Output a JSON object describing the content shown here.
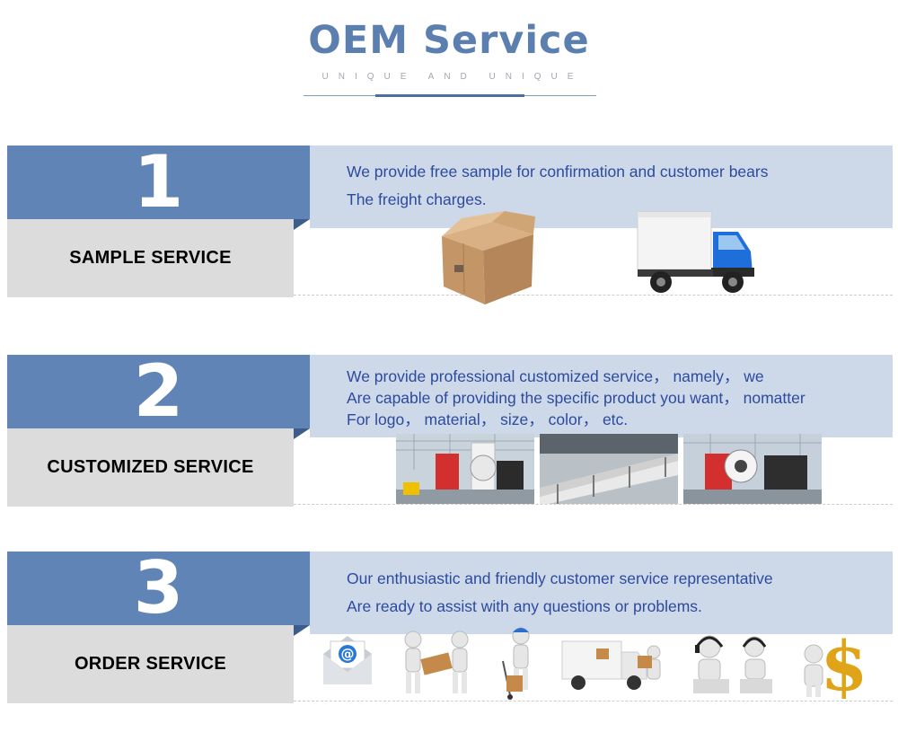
{
  "header": {
    "title": "OEM Service",
    "subtitle": "UNIQUE AND UNIQUE"
  },
  "sections": [
    {
      "number": "1",
      "label": "SAMPLE SERVICE",
      "lines": [
        "We provide free sample for confirmation and customer bears",
        "The freight charges."
      ],
      "images": [
        "cardboard-box-icon",
        "delivery-truck-icon"
      ]
    },
    {
      "number": "2",
      "label": "CUSTOMIZED SERVICE",
      "lines": [
        "We provide professional customized service， namely， we",
        "Are capable of providing the specific product you want， nomatter",
        "For logo， material， size， color， etc."
      ],
      "images": [
        "factory-machine-photo-1",
        "factory-machine-photo-2",
        "factory-machine-photo-3"
      ]
    },
    {
      "number": "3",
      "label": "ORDER SERVICE",
      "lines": [
        "Our enthusiastic and friendly customer service representative",
        "Are ready to assist with any questions or problems."
      ],
      "images": [
        "email-envelope-icon",
        "handshake-figures-icon",
        "hand-truck-figure-icon",
        "delivery-van-loading-icon",
        "customer-support-headset-icon",
        "dollar-sign-figure-icon"
      ]
    }
  ],
  "colors": {
    "title_blue": "#5b7fae",
    "number_box": "#5f84b5",
    "info_box": "#cdd9e8",
    "label_box": "#dcdcdc",
    "text_blue": "#2d4a9e"
  }
}
